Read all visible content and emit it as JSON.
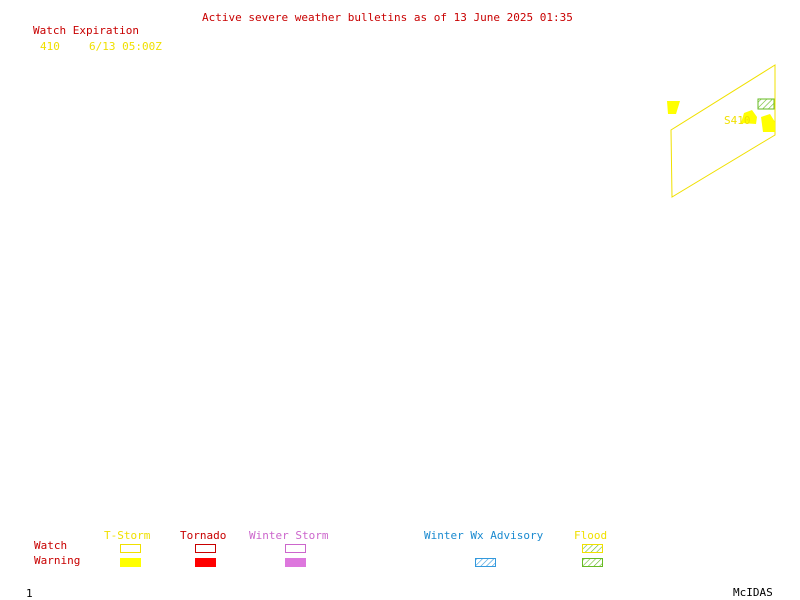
{
  "header": {
    "title": "Active severe weather bulletins as of 13 June 2025 01:35"
  },
  "watch_expiration": {
    "label": "Watch Expiration",
    "entries": [
      {
        "id": "410",
        "time": "6/13 05:00Z"
      }
    ]
  },
  "map": {
    "watch_label": "S410"
  },
  "legend": {
    "row_labels": {
      "watch": "Watch",
      "warning": "Warning"
    },
    "categories": [
      {
        "name": "T-Storm",
        "color": "#f0e000"
      },
      {
        "name": "Tornado",
        "color": "#c80000"
      },
      {
        "name": "Winter Storm",
        "color": "#cc66cc"
      },
      {
        "name": "Winter Wx Advisory",
        "color": "#1a8ad0"
      },
      {
        "name": "Flood",
        "color": "#f0e000"
      }
    ],
    "colors": {
      "tstorm_fill": "#ffff00",
      "tornado_fill": "#ff0000",
      "winter_fill": "#dd77dd",
      "advisory_hatch": "#3399dd",
      "flood_hatch": "#66bb22"
    }
  },
  "footer": {
    "frame_number": "1",
    "brand": "McIDAS"
  }
}
